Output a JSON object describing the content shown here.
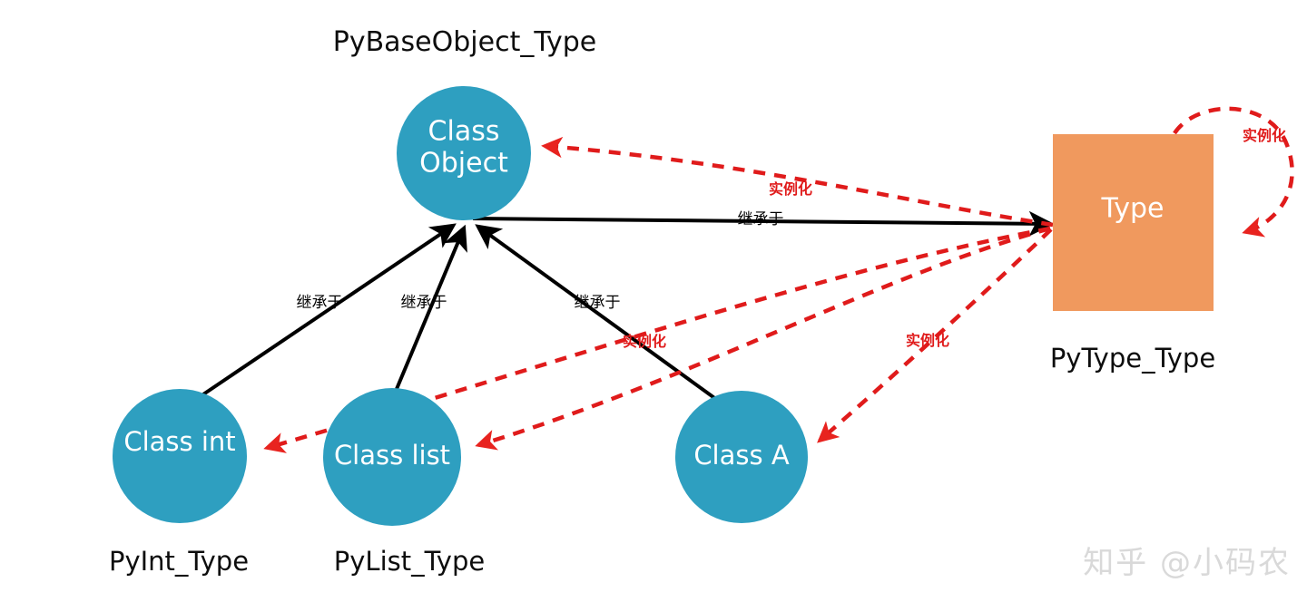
{
  "diagram": {
    "title_caption": "PyBaseObject_Type",
    "background_color": "#ffffff",
    "node_fill_circle": "#2e9fc0",
    "node_fill_rect": "#f0995e",
    "inherit_edge_color": "#000000",
    "instantiate_edge_color": "#e01b1b",
    "nodes": [
      {
        "id": "object",
        "label_line1": "Class",
        "label_line2": "Object",
        "caption": "PyBaseObject_Type",
        "shape": "circle"
      },
      {
        "id": "int",
        "label": "Class int",
        "caption": "PyInt_Type",
        "shape": "circle"
      },
      {
        "id": "list",
        "label": "Class list",
        "caption": "PyList_Type",
        "shape": "circle"
      },
      {
        "id": "a",
        "label": "Class A",
        "caption": "",
        "shape": "circle"
      },
      {
        "id": "type",
        "label": "Type",
        "caption": "PyType_Type",
        "shape": "rect"
      }
    ],
    "edges": [
      {
        "id": "int-object",
        "from": "int",
        "to": "object",
        "label": "继承于",
        "style": "solid-black"
      },
      {
        "id": "list-object",
        "from": "list",
        "to": "object",
        "label": "继承于",
        "style": "solid-black"
      },
      {
        "id": "a-object",
        "from": "a",
        "to": "object",
        "label": "继承于",
        "style": "solid-black"
      },
      {
        "id": "object-type",
        "from": "object",
        "to": "type",
        "label": "继承于",
        "style": "solid-black"
      },
      {
        "id": "type-object",
        "from": "type",
        "to": "object",
        "label": "实例化",
        "style": "dashed-red"
      },
      {
        "id": "type-int",
        "from": "type",
        "to": "int",
        "label": "实例化",
        "style": "dashed-red"
      },
      {
        "id": "type-list",
        "from": "type",
        "to": "list",
        "label": "实例化",
        "style": "dashed-red"
      },
      {
        "id": "type-a",
        "from": "type",
        "to": "a",
        "label": "实例化",
        "style": "dashed-red"
      },
      {
        "id": "type-type",
        "from": "type",
        "to": "type",
        "label": "实例化",
        "style": "dashed-red"
      }
    ],
    "labels": {
      "inherit": "继承于",
      "instantiate": "实例化"
    },
    "watermark": "知乎 @小码农"
  }
}
